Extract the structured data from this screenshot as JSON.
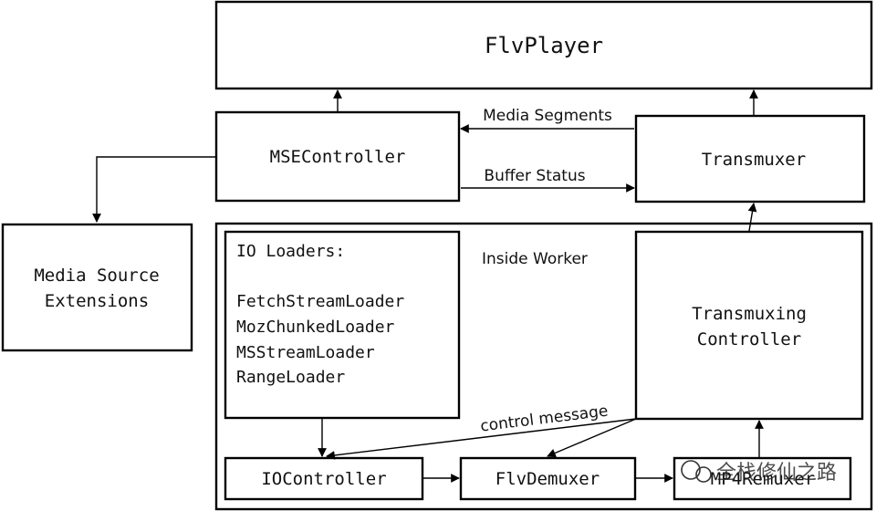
{
  "boxes": {
    "flvplayer": "FlvPlayer",
    "msecontroller": "MSEController",
    "transmuxer": "Transmuxer",
    "mse": [
      "Media Source",
      "Extensions"
    ],
    "io_loaders": {
      "title": "IO Loaders:",
      "items": [
        "FetchStreamLoader",
        "MozChunkedLoader",
        "MSStreamLoader",
        "RangeLoader"
      ]
    },
    "transmuxing_controller": [
      "Transmuxing",
      "Controller"
    ],
    "iocontroller": "IOController",
    "flvdemuxer": "FlvDemuxer",
    "mp4remuxer": "MP4Remuxer"
  },
  "labels": {
    "media_segments": "Media Segments",
    "buffer_status": "Buffer Status",
    "inside_worker": "Inside Worker",
    "control_message": "control message"
  },
  "watermark": "全栈修仙之路"
}
